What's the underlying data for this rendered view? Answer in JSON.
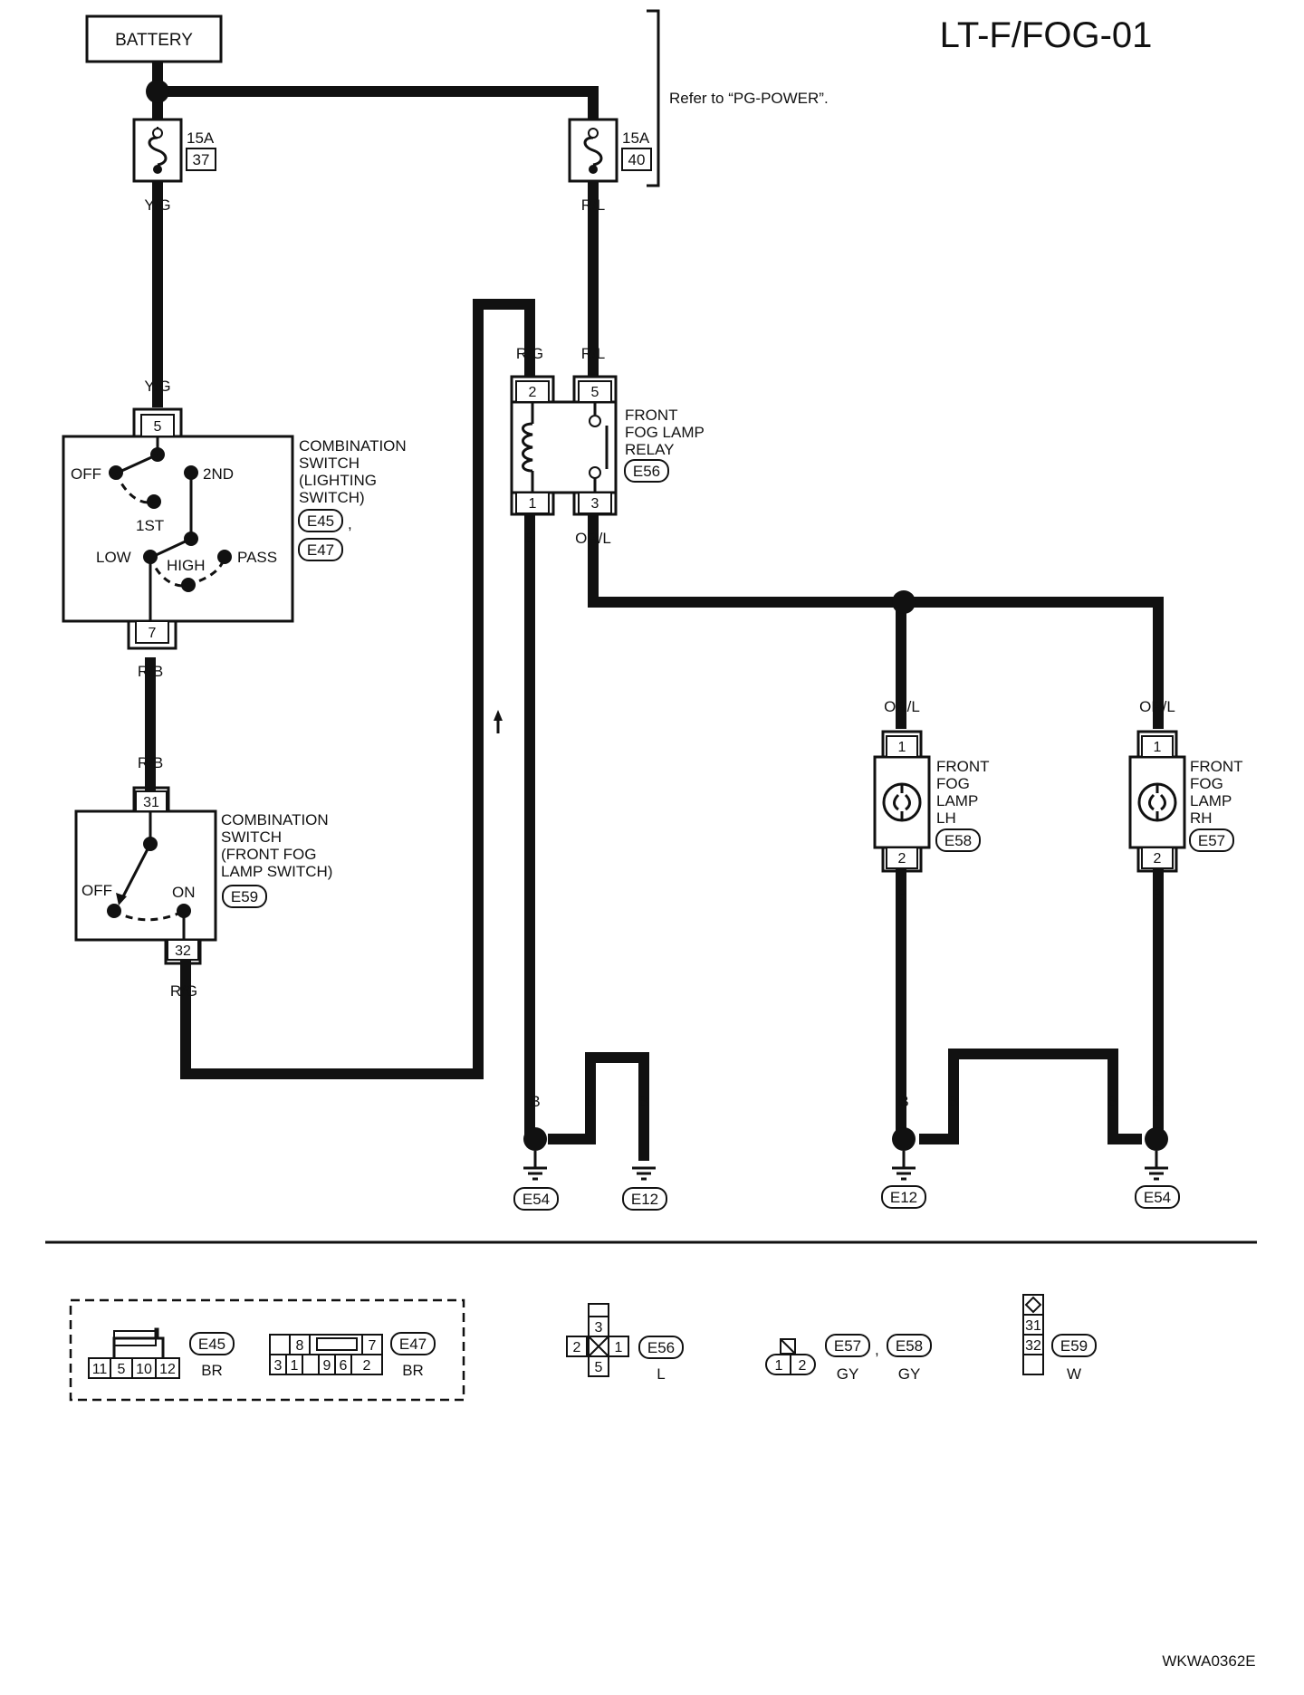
{
  "diagram": {
    "title": "LT-F/FOG-01",
    "image_code": "WKWA0362E",
    "note": "Refer to “PG-POWER”.",
    "battery": {
      "label": "BATTERY"
    },
    "fuses": [
      {
        "amps": "15A",
        "number": "37",
        "wire_out": "Y/G"
      },
      {
        "amps": "15A",
        "number": "40",
        "wire_out": "R/L"
      }
    ],
    "lighting_switch": {
      "name_lines": [
        "COMBINATION",
        "SWITCH",
        "(LIGHTING",
        "SWITCH)"
      ],
      "connectors": [
        "E45",
        "E47"
      ],
      "separator": ",",
      "pin_in": "5",
      "pin_out": "7",
      "positions": {
        "off": "OFF",
        "second": "2ND",
        "first": "1ST",
        "low": "LOW",
        "high": "HIGH",
        "pass": "PASS"
      },
      "wire_in": "Y/G",
      "wire_out": "R/B"
    },
    "fog_switch": {
      "name_lines": [
        "COMBINATION",
        "SWITCH",
        "(FRONT FOG",
        "LAMP SWITCH)"
      ],
      "connector": "E59",
      "pin_in": "31",
      "pin_out": "32",
      "positions": {
        "off": "OFF",
        "on": "ON"
      },
      "wire_in": "R/B",
      "wire_out": "R/G"
    },
    "relay": {
      "name_lines": [
        "FRONT",
        "FOG LAMP",
        "RELAY"
      ],
      "connector": "E56",
      "pins": {
        "coil_in": "2",
        "contact_in": "5",
        "coil_out": "1",
        "contact_out": "3"
      },
      "wires": {
        "coil_in": "R/G",
        "contact_in": "R/L",
        "coil_out": "B",
        "contact_out": "OR/L"
      }
    },
    "lamps": [
      {
        "name_lines": [
          "FRONT",
          "FOG",
          "LAMP",
          "LH"
        ],
        "connector": "E58",
        "pin_in": "1",
        "pin_out": "2",
        "wire_in": "OR/L",
        "wire_out": "B"
      },
      {
        "name_lines": [
          "FRONT",
          "FOG",
          "LAMP",
          "RH"
        ],
        "connector": "E57",
        "pin_in": "1",
        "pin_out": "2",
        "wire_in": "OR/L",
        "wire_out": "B"
      }
    ],
    "grounds": {
      "wire": "B",
      "labels": [
        "E54",
        "E12",
        "E12",
        "E54"
      ]
    },
    "connector_views": [
      {
        "ids": [
          "E45"
        ],
        "color": "BR",
        "pins": [
          "11",
          "5",
          "10",
          "12"
        ]
      },
      {
        "ids": [
          "E47"
        ],
        "color": "BR",
        "pins": [
          "8",
          "7",
          "3",
          "1",
          "9",
          "6",
          "2"
        ]
      },
      {
        "ids": [
          "E56"
        ],
        "color": "L",
        "pins": [
          "3",
          "2",
          "1",
          "5"
        ]
      },
      {
        "ids": [
          "E57",
          "E58"
        ],
        "separator": ",",
        "colors": [
          "GY",
          "GY"
        ],
        "pins": [
          "1",
          "2"
        ]
      },
      {
        "ids": [
          "E59"
        ],
        "color": "W",
        "pins": [
          "31",
          "32"
        ]
      }
    ]
  }
}
